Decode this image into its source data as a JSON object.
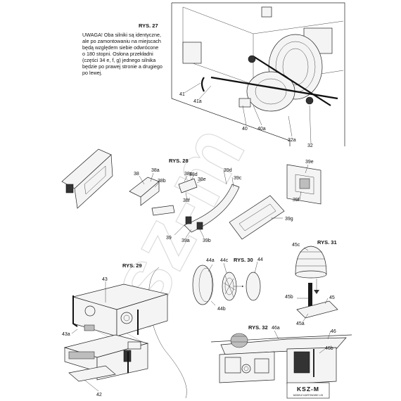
{
  "figures": {
    "rys27": {
      "title": "RYS. 27",
      "note_lines": [
        "UWAGA! Oba silniki są identyczne,",
        "ale po zamontowaniu na miejscach",
        "będą względem siebie odwrócone",
        "o 180 stopni. Osłona przekładni",
        "(części 34 e, f, g) jednego silnika",
        "będzie po prawej stronie a drugiego",
        "po lewej."
      ],
      "labels": [
        "41",
        "41a",
        "40",
        "40a",
        "32a",
        "32"
      ]
    },
    "rys28": {
      "title": "RYS. 28",
      "labels": [
        "38",
        "38a",
        "38b",
        "38c",
        "38d",
        "38e",
        "38f",
        "39d",
        "39c",
        "39",
        "39a",
        "39b",
        "39e",
        "39f",
        "39g"
      ]
    },
    "rys29": {
      "title": "RYS. 29",
      "labels": [
        "43",
        "43a",
        "42"
      ]
    },
    "rys30": {
      "title": "RYS. 30",
      "labels": [
        "44a",
        "44c",
        "44",
        "44b"
      ]
    },
    "rys31": {
      "title": "RYS. 31",
      "labels": [
        "45c",
        "45b",
        "45",
        "45a"
      ]
    },
    "rys32": {
      "title": "RYS. 32",
      "labels": [
        "46a",
        "46",
        "46b"
      ]
    }
  },
  "watermark": "ksz-m",
  "logo": {
    "text": "KSZ-M",
    "subtitle": "MODELE KARTONOWE 1:25"
  }
}
